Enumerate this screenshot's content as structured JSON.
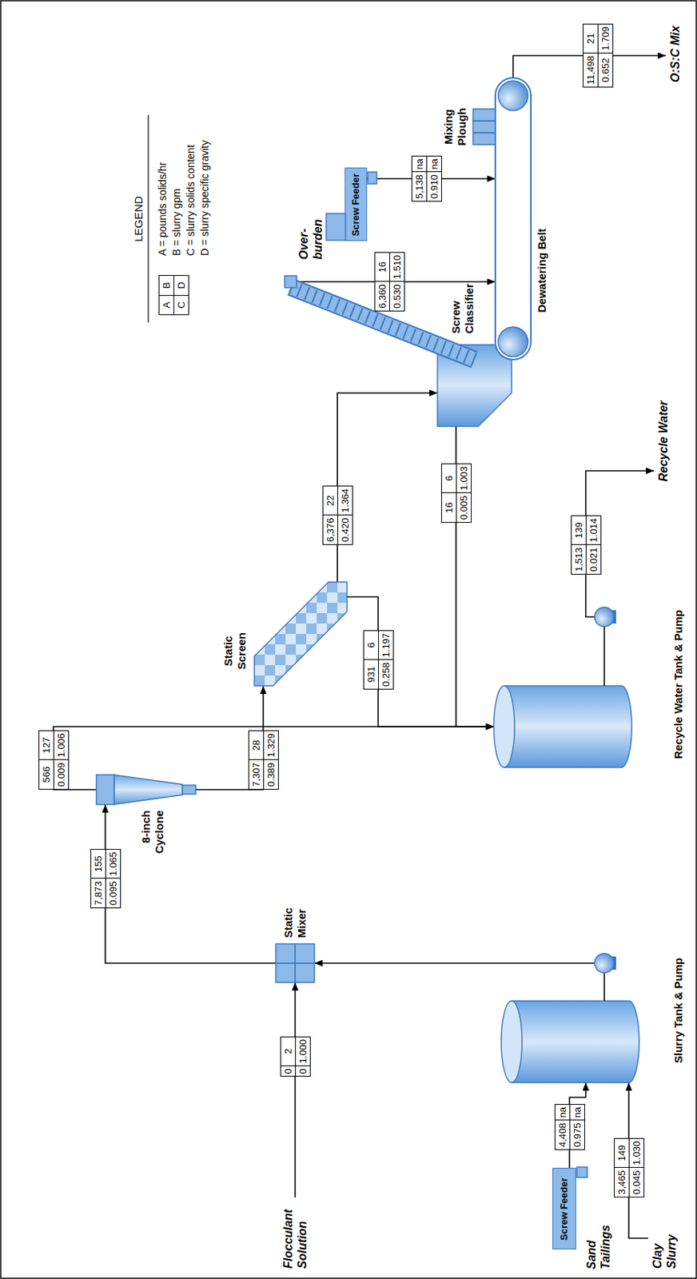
{
  "diagram": {
    "nodes": [
      {
        "text": [
          "Flocculant Solution"
        ]
      },
      {
        "text": [
          "Sand Tailings",
          "Screw Feeder"
        ]
      },
      {
        "text": [
          "Clay Slurry"
        ]
      },
      {
        "text": [
          "Slurry Tank & Pump"
        ]
      },
      {
        "text": [
          "Static Mixer"
        ]
      },
      {
        "text": [
          "8-inch Cyclone"
        ]
      },
      {
        "text": [
          "Static Screen"
        ]
      },
      {
        "text": [
          "Recycle Water Tank & Pump"
        ]
      },
      {
        "text": [
          "Screw Classifier"
        ]
      },
      {
        "text": [
          "Over- burden",
          "Screw Feeder"
        ]
      },
      {
        "text": [
          "Dewatering Belt"
        ]
      },
      {
        "text": [
          "Mixing Plough"
        ]
      },
      {
        "text": [
          "Recycle Water"
        ]
      },
      {
        "text": [
          "O:S:C Mix"
        ]
      }
    ],
    "edges": [
      {
        "from": 1,
        "to": 3,
        "arrow": "to"
      },
      {
        "from": 2,
        "to": 3,
        "arrow": "to"
      },
      {
        "from": 0,
        "to": 4,
        "arrow": "to"
      },
      {
        "from": 3,
        "to": 4,
        "arrow": "to"
      },
      {
        "from": 4,
        "to": 5,
        "arrow": "to"
      },
      {
        "from": 5,
        "to": 6,
        "arrow": "to"
      },
      {
        "from": 5,
        "to": 7,
        "arrow": "to"
      },
      {
        "from": 6,
        "to": 7,
        "arrow": "to"
      },
      {
        "from": 6,
        "to": 8,
        "arrow": "to"
      },
      {
        "from": 8,
        "to": 7,
        "arrow": "to"
      },
      {
        "from": 8,
        "to": 10,
        "arrow": "to"
      },
      {
        "from": 9,
        "to": 10,
        "arrow": "to"
      },
      {
        "from": 10,
        "to": 13,
        "arrow": "to"
      },
      {
        "from": 7,
        "to": 12,
        "arrow": "to"
      }
    ],
    "labels": [
      "LEGEND",
      "A",
      "B",
      "C",
      "D",
      "0",
      "2",
      "0",
      "1.000",
      "4,408",
      "na",
      "0.975",
      "na",
      "3,465",
      "149",
      "0.045",
      "1.030",
      "7,873",
      "155",
      "0.095",
      "1.065",
      "566",
      "127",
      "0.009",
      "1.006",
      "7,307",
      "28",
      "0.389",
      "1.329",
      "931",
      "6",
      "0.258",
      "1.197",
      "6,376",
      "22",
      "0.420",
      "1.364",
      "16",
      "6",
      "0.005",
      "1.003",
      "6,360",
      "16",
      "0.530",
      "1.510",
      "5,138",
      "na",
      "0.910",
      "na",
      "1,513",
      "139",
      "0.021",
      "1.014",
      "11,498",
      "21",
      "0.652",
      "1.709"
    ],
    "legend": [
      {
        "text": "A = pounds solids/hr"
      },
      {
        "text": "B = slurry gpm"
      },
      {
        "text": "C = slurry solids content"
      },
      {
        "text": "D = slurry specific gravity"
      }
    ]
  }
}
